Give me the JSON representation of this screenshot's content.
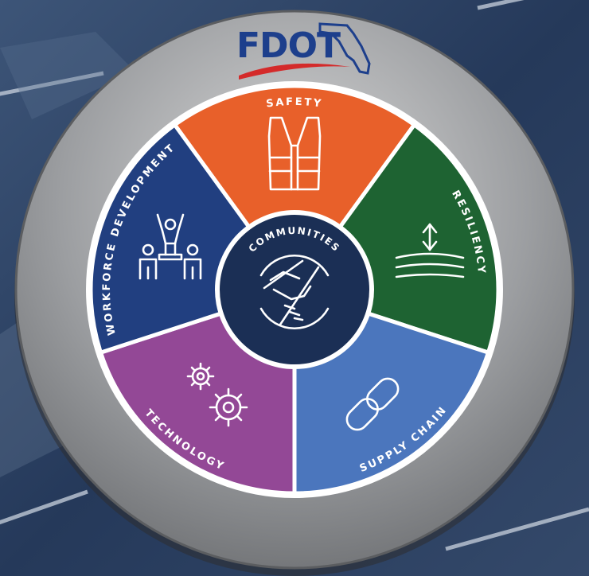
{
  "logo": {
    "text": "FDOT"
  },
  "center": {
    "label": "COMMUNITIES",
    "icon": "handshake-icon",
    "color": "#1b2f55"
  },
  "segments": [
    {
      "id": "safety",
      "label": "SAFETY",
      "icon": "safety-vest-icon",
      "color": "#e8602a"
    },
    {
      "id": "resiliency",
      "label": "RESILIENCY",
      "icon": "resiliency-icon",
      "color": "#1e6332"
    },
    {
      "id": "supply-chain",
      "label": "SUPPLY CHAIN",
      "icon": "chain-link-icon",
      "color": "#4b76bd"
    },
    {
      "id": "technology",
      "label": "TECHNOLOGY",
      "icon": "gears-icon",
      "color": "#934896"
    },
    {
      "id": "workforce",
      "label": "WORKFORCE DEVELOPMENT",
      "icon": "team-icon",
      "color": "#213f80"
    }
  ],
  "colors": {
    "ring": "#8a8c8f",
    "background": "#2a3f5c",
    "logo_blue": "#1d3f8c",
    "logo_red": "#d42a2a"
  }
}
